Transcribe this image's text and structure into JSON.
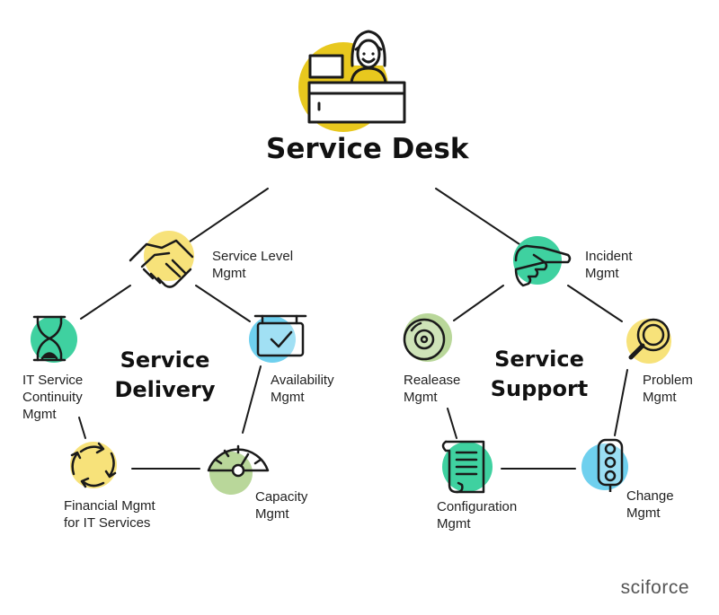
{
  "title": "Service Desk",
  "groups": {
    "delivery": {
      "line1": "Service",
      "line2": "Delivery"
    },
    "support": {
      "line1": "Service",
      "line2": "Support"
    }
  },
  "nodes": {
    "service_level": {
      "line1": "Service Level",
      "line2": "Mgmt",
      "icon": "handshake-icon",
      "color": "#f7e27a"
    },
    "continuity": {
      "line1": "IT Service",
      "line2": "Continuity",
      "line3": "Mgmt",
      "icon": "hourglass-icon",
      "color": "#3fd1a0"
    },
    "availability": {
      "line1": "Availability",
      "line2": "Mgmt",
      "icon": "monitor-check-icon",
      "color": "#6fd0ee"
    },
    "capacity": {
      "line1": "Capacity",
      "line2": "Mgmt",
      "icon": "gauge-icon",
      "color": "#b9d79a"
    },
    "financial": {
      "line1": "Financial Mgmt",
      "line2": "for IT Services",
      "icon": "cycle-arrows-icon",
      "color": "#f7e27a"
    },
    "incident": {
      "line1": "Incident",
      "line2": "Mgmt",
      "icon": "pointing-hand-icon",
      "color": "#3fd1a0"
    },
    "release": {
      "line1": "Realease",
      "line2": "Mgmt",
      "icon": "disc-icon",
      "color": "#b9d79a"
    },
    "problem": {
      "line1": "Problem",
      "line2": "Mgmt",
      "icon": "magnifier-icon",
      "color": "#f7e27a"
    },
    "configuration": {
      "line1": "Configuration",
      "line2": "Mgmt",
      "icon": "document-scroll-icon",
      "color": "#3fd1a0"
    },
    "change": {
      "line1": "Change",
      "line2": "Mgmt",
      "icon": "traffic-light-icon",
      "color": "#6fd0ee"
    }
  },
  "desk_icon": {
    "icon": "service-desk-agent-icon",
    "color": "#e8c81e"
  },
  "brand": "sciforce"
}
